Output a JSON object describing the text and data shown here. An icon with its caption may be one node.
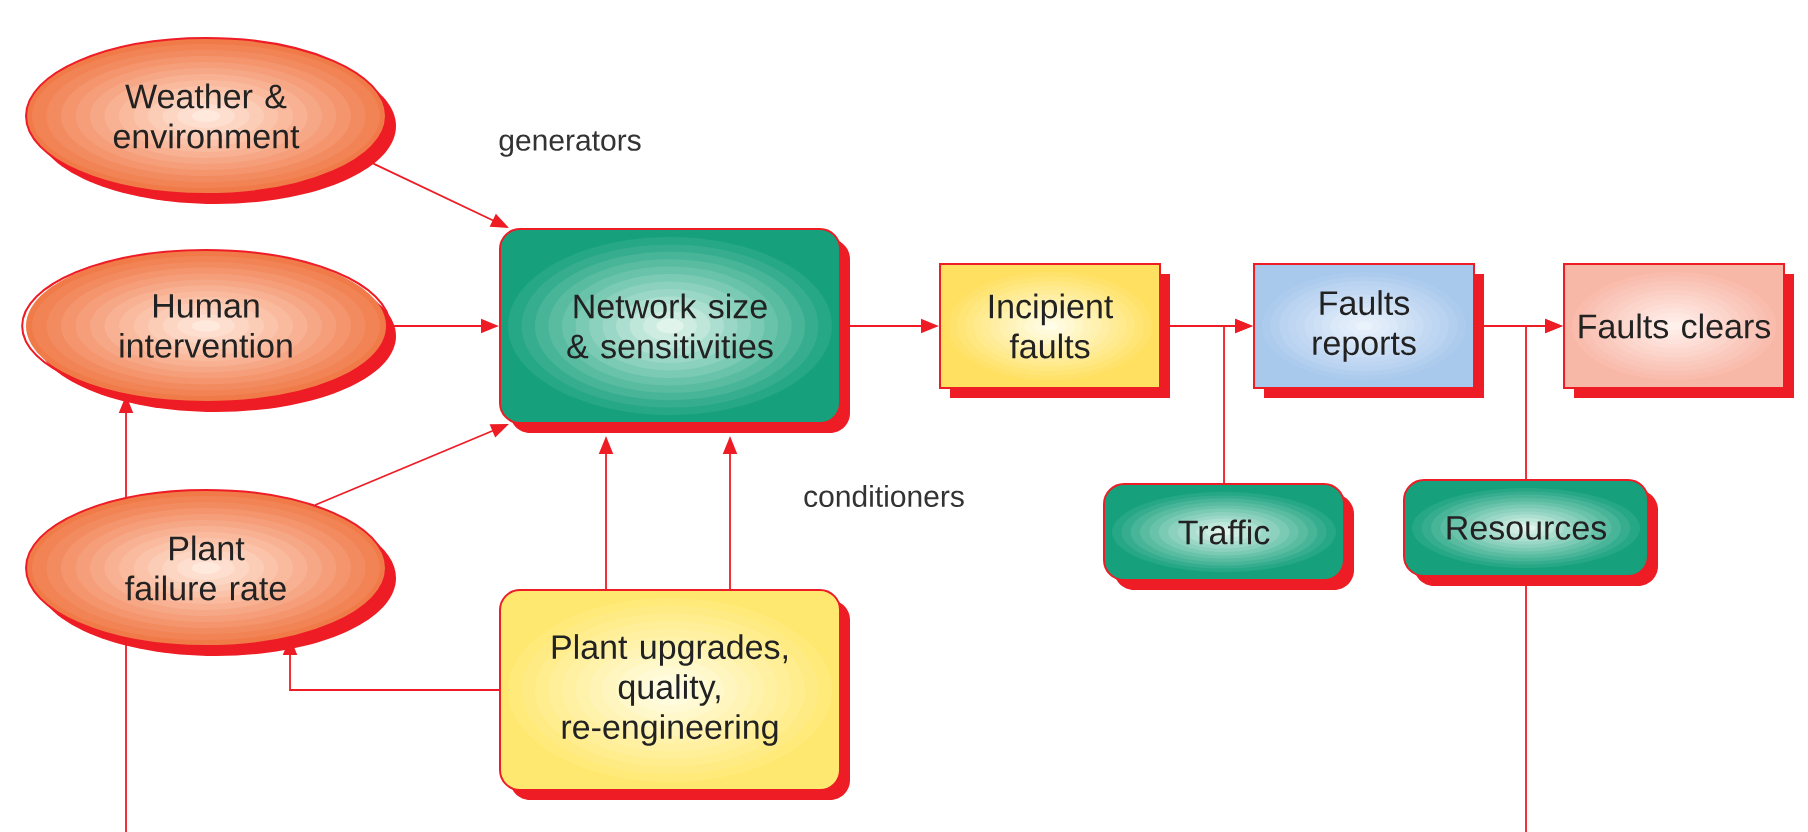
{
  "diagram": {
    "nodes": [
      {
        "text": [
          "Weather & environment"
        ]
      },
      {
        "text": [
          "Human intervention"
        ]
      },
      {
        "text": [
          "Plant failure rate"
        ]
      },
      {
        "text": [
          "Network size & sensitivities"
        ]
      },
      {
        "text": [
          "Plant upgrades, quality, re-engineering"
        ]
      },
      {
        "text": [
          "Incipient faults"
        ]
      },
      {
        "text": [
          "Faults reports"
        ]
      },
      {
        "text": [
          "Faults clears"
        ]
      },
      {
        "text": [
          "Traffic"
        ]
      },
      {
        "text": [
          "Resources"
        ]
      }
    ],
    "edges": [
      {
        "from": 0,
        "to": 3,
        "arrow": "to"
      },
      {
        "from": 1,
        "to": 3,
        "arrow": "to"
      },
      {
        "from": 2,
        "to": 3,
        "arrow": "to"
      },
      {
        "from": 2,
        "to": 1,
        "arrow": "to"
      },
      {
        "from": 4,
        "to": 3,
        "arrow": "to"
      },
      {
        "from": 4,
        "to": 3,
        "arrow": "to"
      },
      {
        "from": 4,
        "to": 2,
        "arrow": "to"
      },
      {
        "from": 3,
        "to": 5,
        "arrow": "to"
      },
      {
        "from": 5,
        "to": 6,
        "arrow": "to"
      },
      {
        "from": 6,
        "to": 7,
        "arrow": "to"
      },
      {
        "from": 8,
        "to": 6,
        "arrow": "to"
      },
      {
        "from": 9,
        "to": 7,
        "arrow": "to"
      },
      {
        "from": null,
        "to": 2,
        "arrow": "none"
      },
      {
        "from": null,
        "to": 9,
        "arrow": "none"
      }
    ],
    "labels": [
      "generators",
      "conditioners"
    ]
  }
}
